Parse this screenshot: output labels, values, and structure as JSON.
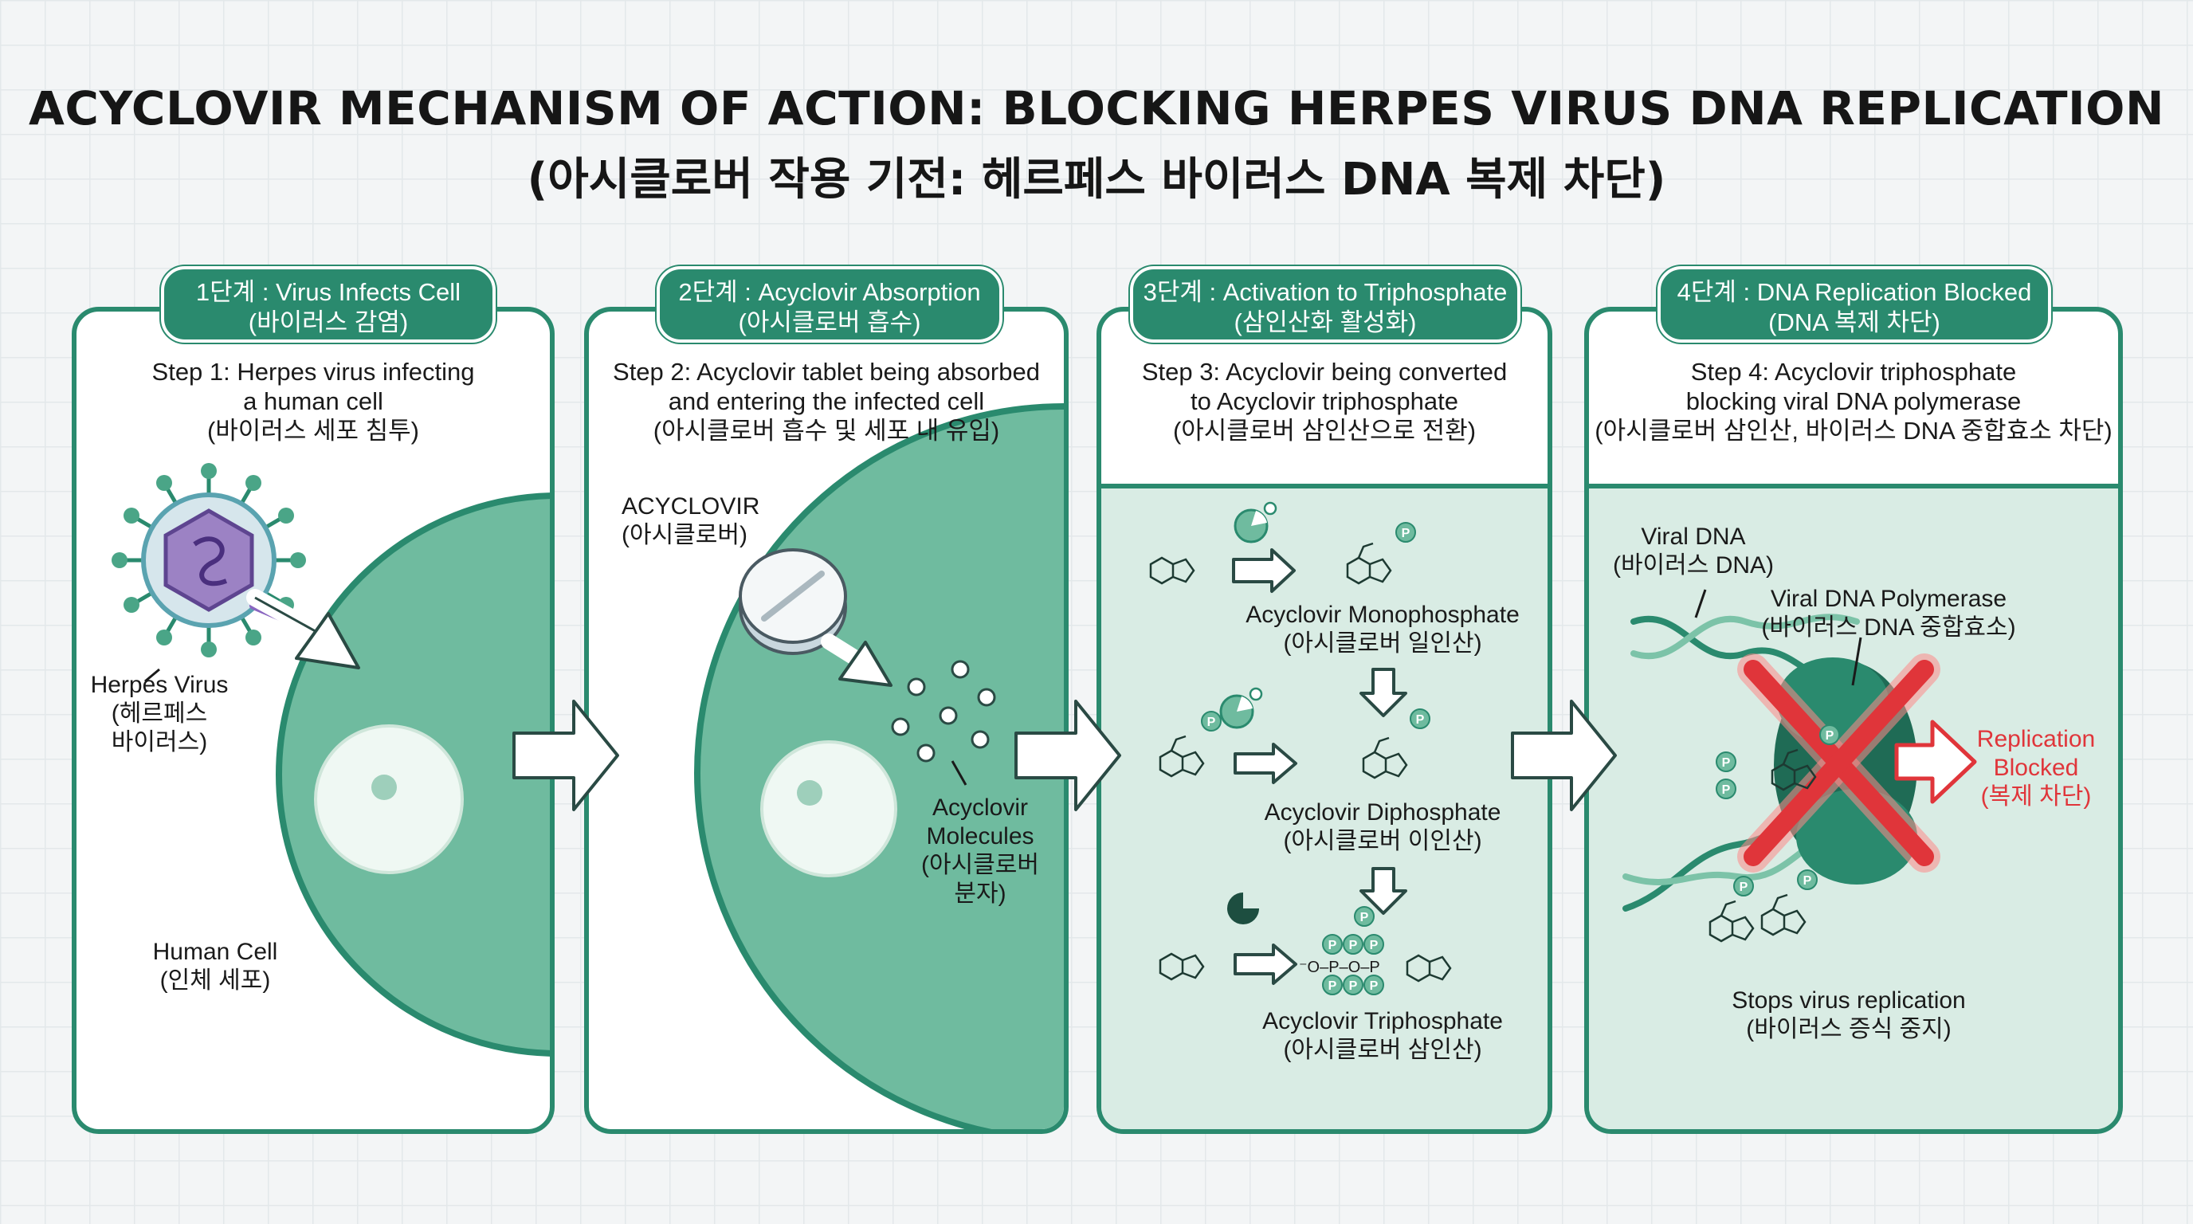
{
  "title": {
    "line1": "ACYCLOVIR MECHANISM OF ACTION: BLOCKING HERPES VIRUS DNA REPLICATION",
    "line2": "(아시클로버 작용 기전: 헤르페스 바이러스 DNA 복제 차단)"
  },
  "steps": [
    {
      "badge": [
        "1단계 : Virus Infects Cell",
        "(바이러스 감염)"
      ],
      "text": [
        "Step 1: Herpes virus infecting",
        "a human cell",
        "(바이러스 세포 침투)"
      ],
      "labels": {
        "virus": [
          "Herpes Virus",
          "(헤르페스",
          "바이러스)"
        ],
        "cell": [
          "Human Cell",
          "(인체 세포)"
        ]
      }
    },
    {
      "badge": [
        "2단계 : Acyclovir Absorption",
        "(아시클로버 흡수)"
      ],
      "text": [
        "Step 2: Acyclovir tablet being absorbed",
        "and entering the infected cell",
        "(아시클로버 흡수 및 세포 내 유입)"
      ],
      "labels": {
        "tablet": [
          "ACYCLOVIR",
          "(아시클로버)"
        ],
        "molecules": [
          "Acyclovir",
          "Molecules",
          "(아시클로버",
          "분자)"
        ]
      }
    },
    {
      "badge": [
        "3단계 : Activation to Triphosphate",
        "(삼인산화 활성화)"
      ],
      "text": [
        "Step 3: Acyclovir being converted",
        "to Acyclovir triphosphate",
        "(아시클로버 삼인산으로 전환)"
      ],
      "labels": {
        "mono": [
          "Acyclovir Monophosphate",
          "(아시클로버 일인산)"
        ],
        "di": [
          "Acyclovir Diphosphate",
          "(아시클로버 이인산)"
        ],
        "tri": [
          "Acyclovir Triphosphate",
          "(아시클로버 삼인산)"
        ],
        "phosphate_chain": "⁻O–P–O–P"
      }
    },
    {
      "badge": [
        "4단계 : DNA Replication Blocked",
        "(DNA 복제 차단)"
      ],
      "text": [
        "Step 4: Acyclovir triphosphate",
        "blocking viral DNA polymerase",
        "(아시클로버 삼인산, 바이러스 DNA 중합효소 차단)"
      ],
      "labels": {
        "dna": [
          "Viral DNA",
          "(바이러스 DNA)"
        ],
        "polymerase": [
          "Viral DNA Polymerase",
          "(바이러스 DNA 중합효소)"
        ],
        "blocked": [
          "Replication",
          "Blocked",
          "(복제 차단)"
        ],
        "stops": [
          "Stops virus replication",
          "(바이러스 증식 중지)"
        ]
      }
    }
  ],
  "phosphate_symbol": "P",
  "colors": {
    "primary": "#2a8a6e",
    "cell": "#6fbb9f",
    "cell_light": "#d9ece4",
    "virus": "#9c82c4",
    "red": "#e0353a"
  }
}
